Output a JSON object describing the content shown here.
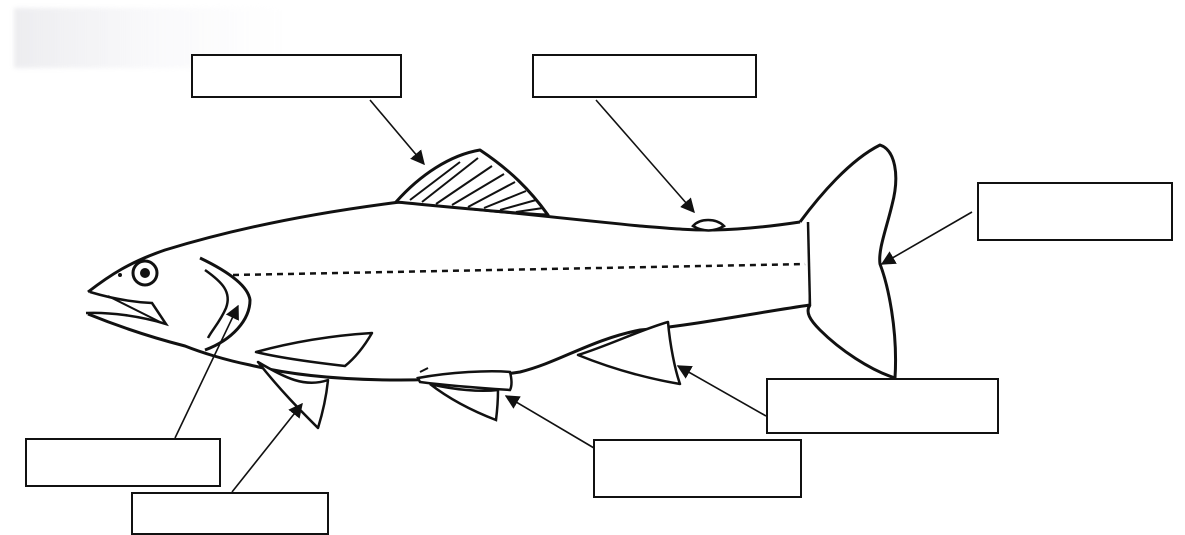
{
  "diagram": {
    "subject": "fish-anatomy-labeling-worksheet",
    "colors": {
      "ink": "#111111",
      "paper": "#ffffff"
    },
    "labels": [
      {
        "id": "dorsal-fin",
        "text": ""
      },
      {
        "id": "adipose-fin",
        "text": ""
      },
      {
        "id": "caudal-fin",
        "text": ""
      },
      {
        "id": "anal-fin",
        "text": ""
      },
      {
        "id": "pelvic-fin",
        "text": ""
      },
      {
        "id": "gill-cover",
        "text": ""
      },
      {
        "id": "pectoral-fin",
        "text": ""
      }
    ]
  }
}
